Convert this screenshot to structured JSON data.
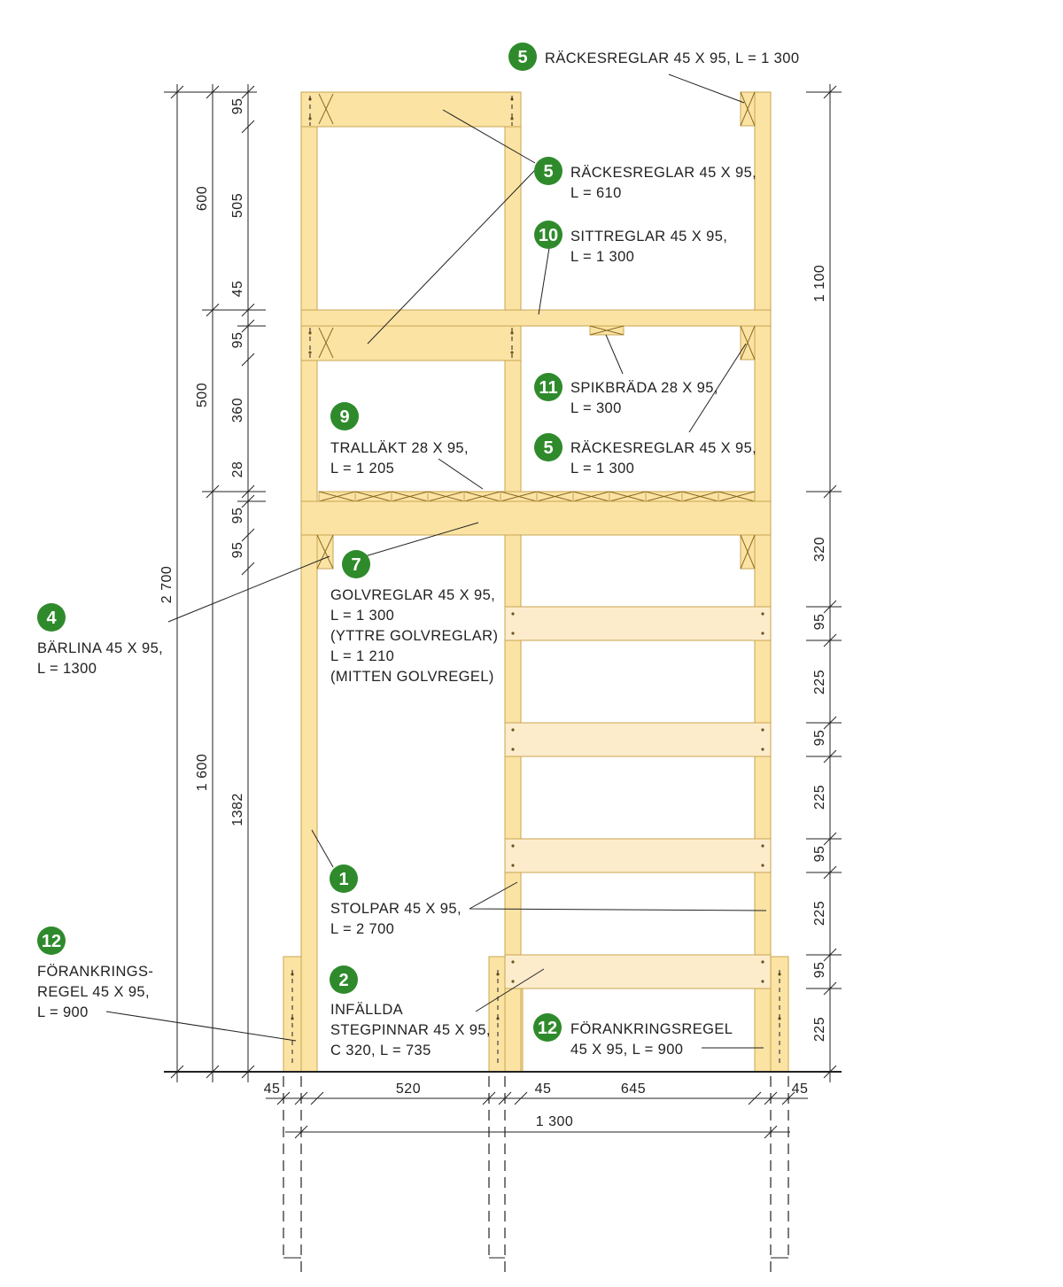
{
  "dimensions": {
    "left_outer": [
      "2 700",
      "1 600"
    ],
    "left_mid": [
      "600",
      "500"
    ],
    "left_inner": [
      "95",
      "505",
      "45",
      "95",
      "360",
      "28",
      "95",
      "95",
      "1382"
    ],
    "right": [
      "1 100",
      "320",
      "95",
      "225",
      "95",
      "225",
      "95",
      "225",
      "95",
      "225"
    ],
    "bottom_row": [
      "45",
      "520",
      "45",
      "645",
      "45"
    ],
    "bottom_total": "1 300"
  },
  "callouts": [
    {
      "num": "5",
      "lines": [
        "RÄCKESREGLAR 45 X 95, L = 1 300"
      ]
    },
    {
      "num": "5",
      "lines": [
        "RÄCKESREGLAR 45 X 95,",
        "L = 610"
      ]
    },
    {
      "num": "10",
      "lines": [
        "SITTREGLAR 45 X 95,",
        "L = 1 300"
      ]
    },
    {
      "num": "11",
      "lines": [
        "SPIKBRÄDA 28 X 95,",
        "L = 300"
      ]
    },
    {
      "num": "9",
      "lines": [
        "TRALLÄKT 28 X 95,",
        "L = 1 205"
      ]
    },
    {
      "num": "5",
      "lines": [
        "RÄCKESREGLAR 45 X 95,",
        "L = 1 300"
      ]
    },
    {
      "num": "7",
      "lines": [
        "GOLVREGLAR 45 X 95,",
        "L = 1 300",
        "(YTTRE GOLVREGLAR)",
        "L = 1 210",
        "(MITTEN GOLVREGEL)"
      ]
    },
    {
      "num": "4",
      "lines": [
        "BÄRLINA 45 X 95,",
        "L = 1300"
      ]
    },
    {
      "num": "1",
      "lines": [
        "STOLPAR 45 X 95,",
        "L = 2 700"
      ]
    },
    {
      "num": "12",
      "lines": [
        "FÖRANKRINGS-",
        "REGEL 45 X 95,",
        "L = 900"
      ]
    },
    {
      "num": "2",
      "lines": [
        "INFÄLLDA",
        "STEGPINNAR 45 X 95,",
        "C 320, L = 735"
      ]
    },
    {
      "num": "12",
      "lines": [
        "FÖRANKRINGSREGEL",
        "45 X 95, L = 900"
      ]
    }
  ]
}
